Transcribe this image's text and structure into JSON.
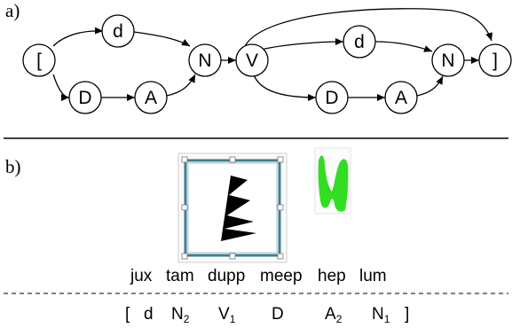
{
  "panel_a": {
    "label": "a)",
    "graph1": {
      "nodes": [
        "[",
        "d",
        "D",
        "A",
        "N"
      ]
    },
    "graph2": {
      "nodes": [
        "V",
        "d",
        "D",
        "A",
        "N",
        "]"
      ]
    }
  },
  "panel_b": {
    "label": "b)",
    "words": [
      "jux",
      "tam",
      "dupp",
      "meep",
      "hep",
      "lum"
    ],
    "tags": [
      {
        "text": "[",
        "sub": ""
      },
      {
        "text": "d",
        "sub": ""
      },
      {
        "text": "N",
        "sub": "2"
      },
      {
        "text": "V",
        "sub": "1"
      },
      {
        "text": "D",
        "sub": ""
      },
      {
        "text": "A",
        "sub": "2"
      },
      {
        "text": "N",
        "sub": "1"
      },
      {
        "text": "]",
        "sub": ""
      }
    ],
    "colors": {
      "black_shape": "#000000",
      "green_shape": "#33dd22",
      "frame_border": "#3f7f8f"
    }
  }
}
